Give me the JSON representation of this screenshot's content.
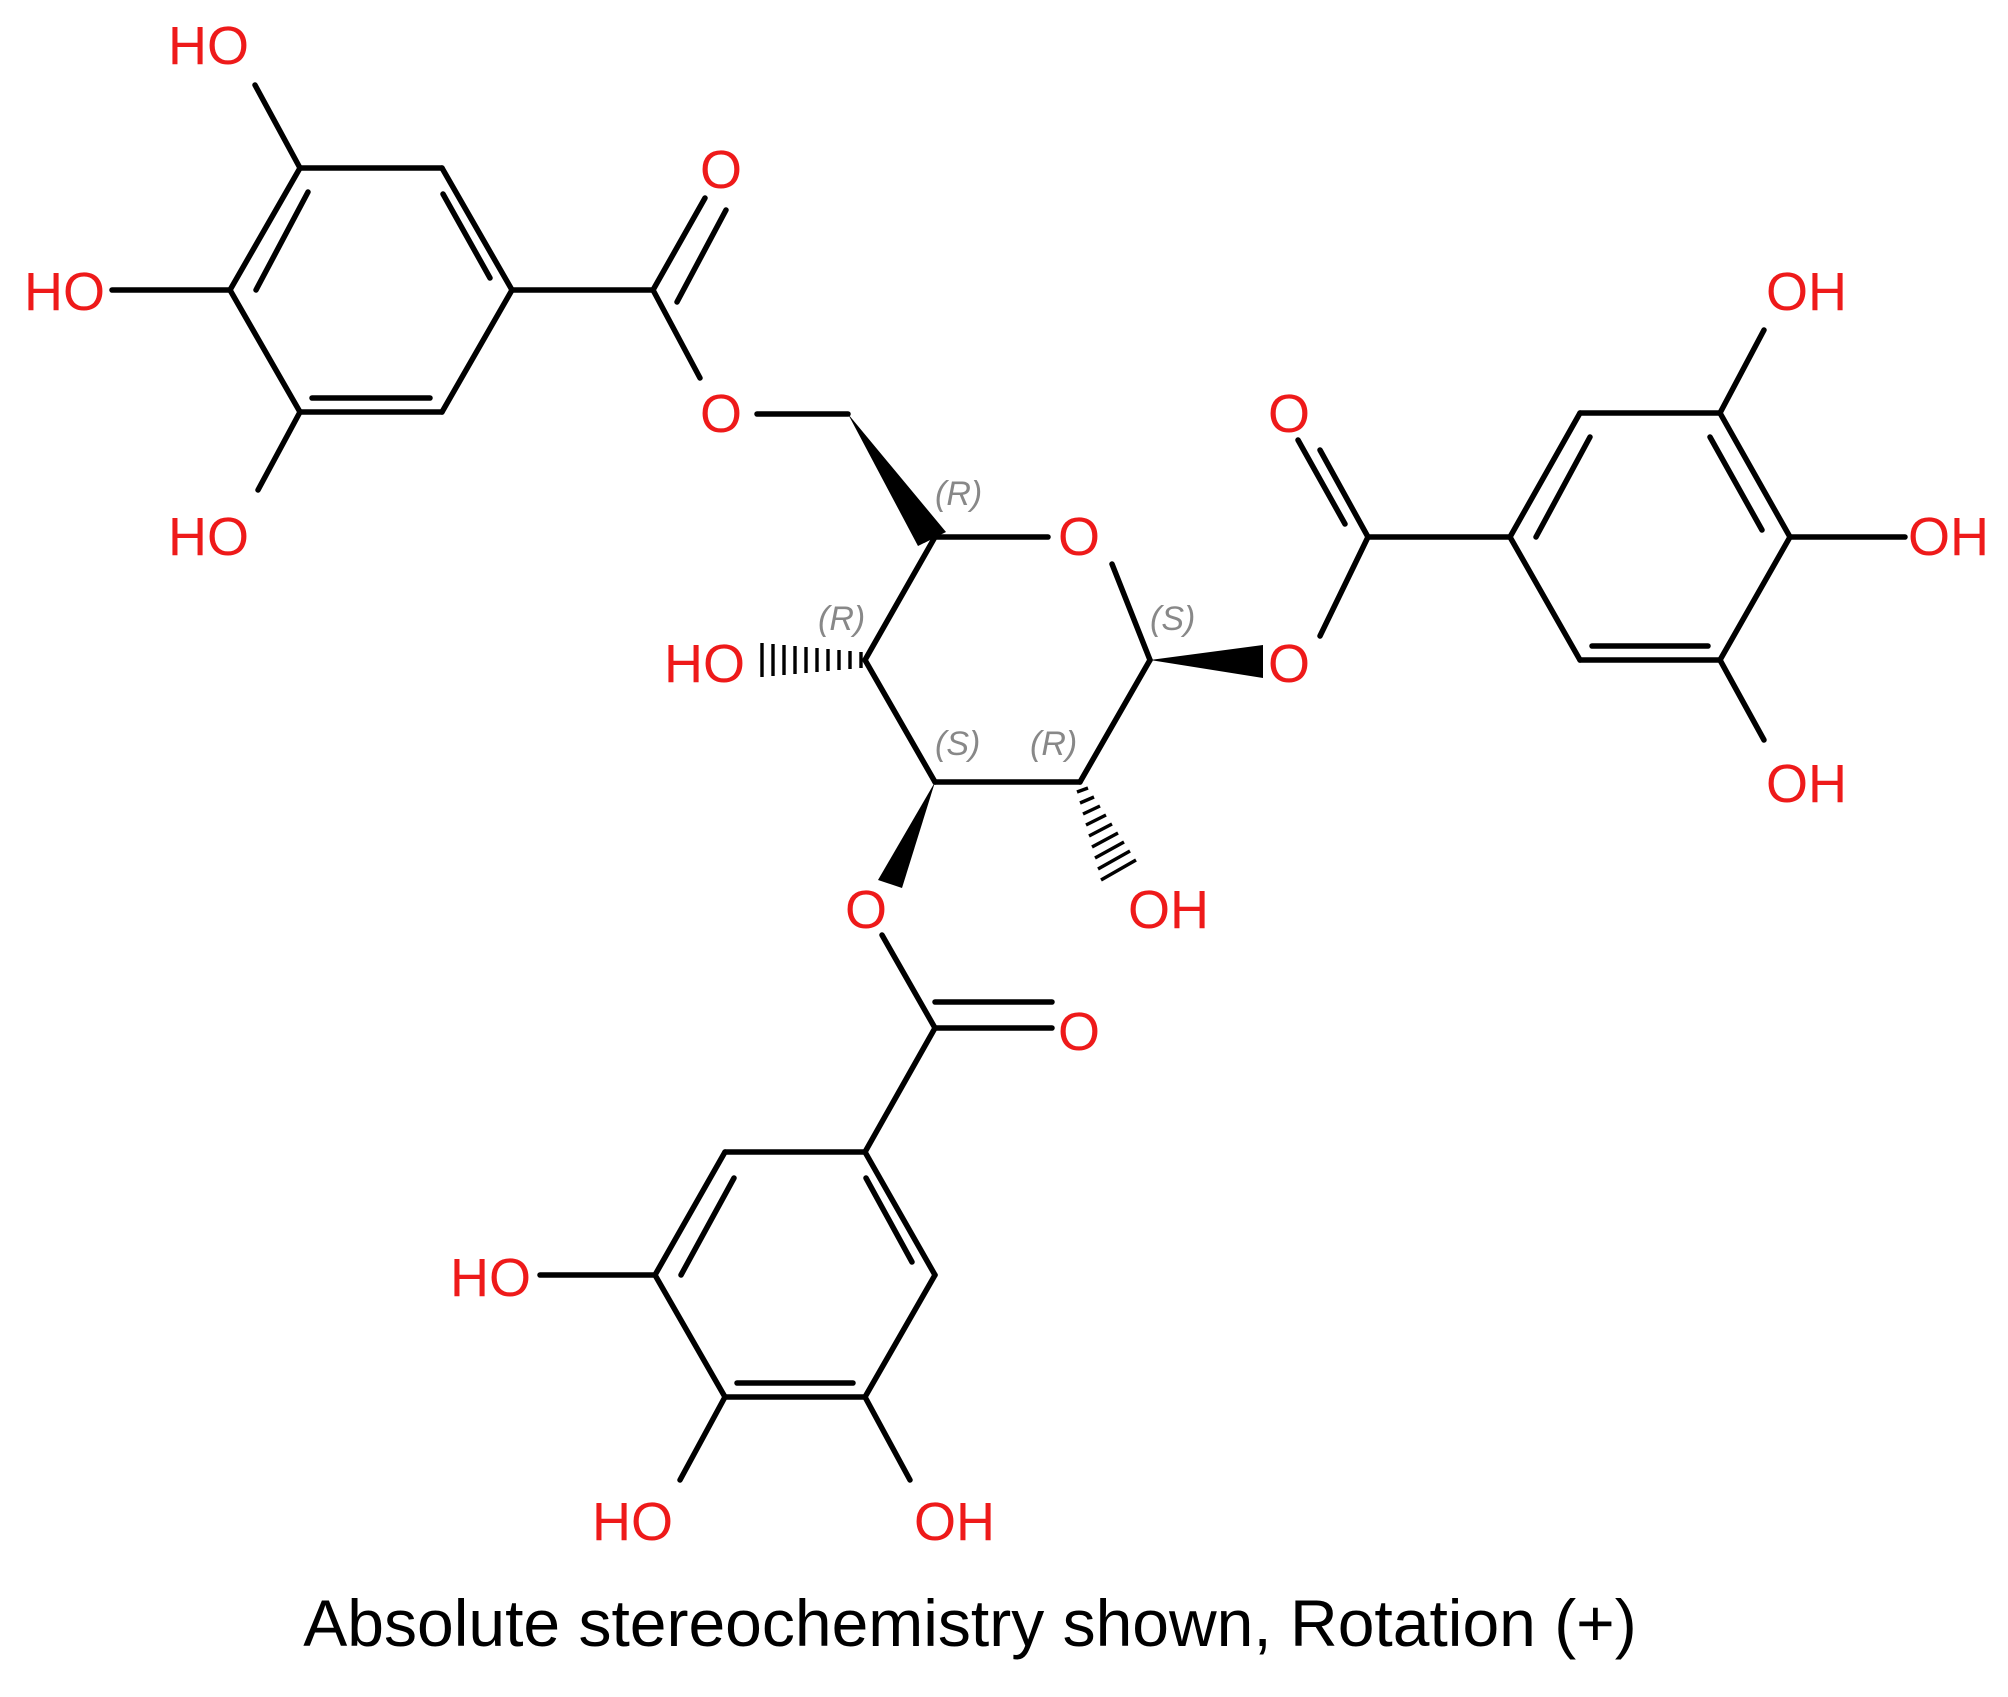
{
  "diagram": {
    "caption": "Absolute stereochemistry shown, Rotation (+)",
    "atom_color": "#ee1a1a",
    "bond_color": "#000000",
    "stereo_label_color": "#888888",
    "atom_labels": {
      "ho_top_left": "HO",
      "ho_mid_left": "HO",
      "ho_low_left": "HO",
      "o_carbonyl_top": "O",
      "o_ester_top": "O",
      "o_ring": "O",
      "ho_ring": "HO",
      "o_carbonyl_right": "O",
      "o_ester_right": "O",
      "oh_right_top": "OH",
      "oh_right_mid": "OH",
      "oh_right_low": "OH",
      "o_ester_bottom": "O",
      "oh_ring_bottom": "OH",
      "o_carbonyl_bottom": "O",
      "ho_bottom_left": "HO",
      "ho_bottom_a": "HO",
      "oh_bottom_b": "OH"
    },
    "stereo_labels": {
      "c5": "(R)",
      "c4": "(R)",
      "c1": "(S)",
      "c3": "(S)",
      "c2": "(R)"
    }
  }
}
